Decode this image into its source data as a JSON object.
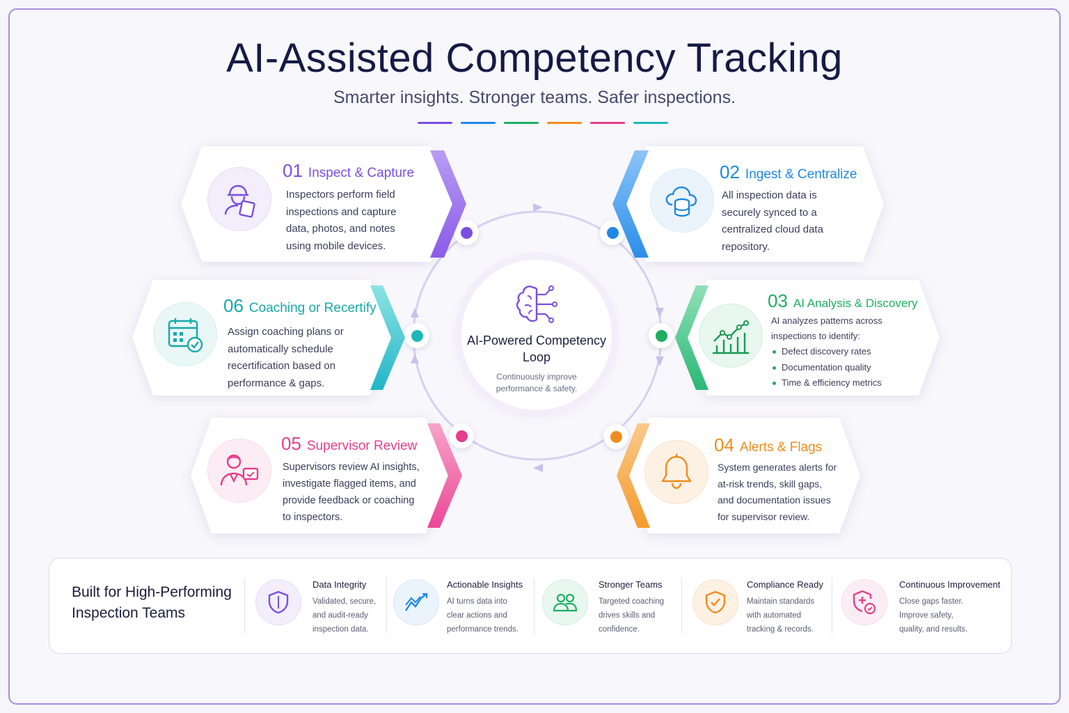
{
  "title": "AI-Assisted Competency Tracking",
  "subtitle": "Smarter insights. Stronger teams. Safer inspections.",
  "accent_colors": [
    "#7b4ee0",
    "#1e88e5",
    "#1eae62",
    "#f08c1e",
    "#e63e8c",
    "#1eb8b8"
  ],
  "center": {
    "title": "AI-Powered Competency Loop",
    "subtitle": "Continuously improve performance & safety."
  },
  "steps": [
    {
      "num": "01",
      "title": "Inspect & Capture",
      "color": "#7b4ee0",
      "icon": "inspector-tablet-icon",
      "desc": "Inspectors perform field inspections and capture data, photos, and notes using mobile devices."
    },
    {
      "num": "02",
      "title": "Ingest & Centralize",
      "color": "#1e88e5",
      "icon": "cloud-database-icon",
      "desc": "All inspection data is securely synced to a centralized cloud data repository."
    },
    {
      "num": "03",
      "title": "AI Analysis & Discovery",
      "color": "#1eae62",
      "icon": "chart-trend-icon",
      "desc": "AI analyzes patterns across inspections to identify:",
      "bullets": [
        "Defect discovery rates",
        "Documentation quality",
        "Time & efficiency metrics"
      ]
    },
    {
      "num": "04",
      "title": "Alerts & Flags",
      "color": "#f08c1e",
      "icon": "bell-icon",
      "desc": "System generates alerts for at-risk trends, skill gaps, and documentation issues for supervisor review."
    },
    {
      "num": "05",
      "title": "Supervisor Review",
      "color": "#e63e8c",
      "icon": "supervisor-chat-icon",
      "desc": "Supervisors review AI insights, investigate flagged items, and provide feedback or coaching to inspectors."
    },
    {
      "num": "06",
      "title": "Coaching or Recertify",
      "color": "#1eb8b8",
      "icon": "calendar-check-icon",
      "desc": "Assign coaching plans or automatically schedule recertification based on performance & gaps."
    }
  ],
  "footer": {
    "lead": "Built for High-Performing Inspection Teams",
    "items": [
      {
        "title": "Data Integrity",
        "text": "Validated, secure, and audit-ready inspection data.",
        "icon": "shield-icon",
        "color": "#7b4ee0"
      },
      {
        "title": "Actionable Insights",
        "text": "AI turns data into clear actions and performance trends.",
        "icon": "trend-icon",
        "color": "#1e88e5"
      },
      {
        "title": "Stronger Teams",
        "text": "Targeted coaching drives skills and confidence.",
        "icon": "team-icon",
        "color": "#1eae62"
      },
      {
        "title": "Compliance Ready",
        "text": "Maintain standards with automated tracking & records.",
        "icon": "shield-check-icon",
        "color": "#f08c1e"
      },
      {
        "title": "Continuous Improvement",
        "text": "Close gaps faster. Improve safety, quality, and results.",
        "icon": "shield-plus-icon",
        "color": "#e63e8c"
      }
    ]
  }
}
